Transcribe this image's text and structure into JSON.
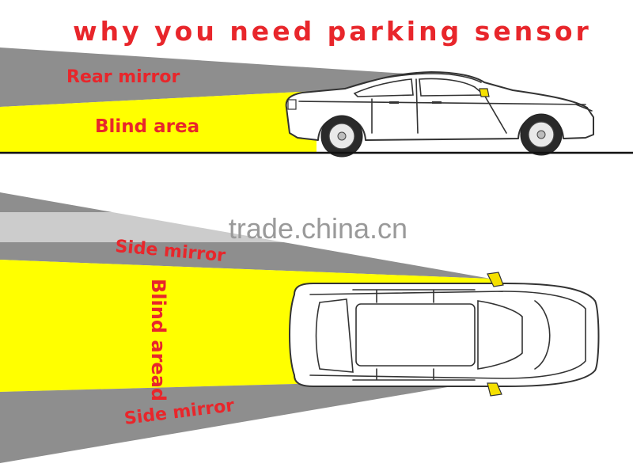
{
  "title": "why you need parking sensor",
  "side_view": {
    "rear_mirror_label": "Rear mirror",
    "blind_area_label": "Blind area"
  },
  "top_view": {
    "side_mirror_top_label": "Side mirror",
    "blind_area_label": "Blind aread",
    "side_mirror_bottom_label": "Side mirror"
  },
  "watermark": "trade.china.cn",
  "colors": {
    "text_red": "#e8262b",
    "blind_area_yellow": "#ffff00",
    "mirror_view_gray": "#8e8e8e",
    "ground_line": "#111111",
    "mirror_accent": "#f5e000"
  }
}
